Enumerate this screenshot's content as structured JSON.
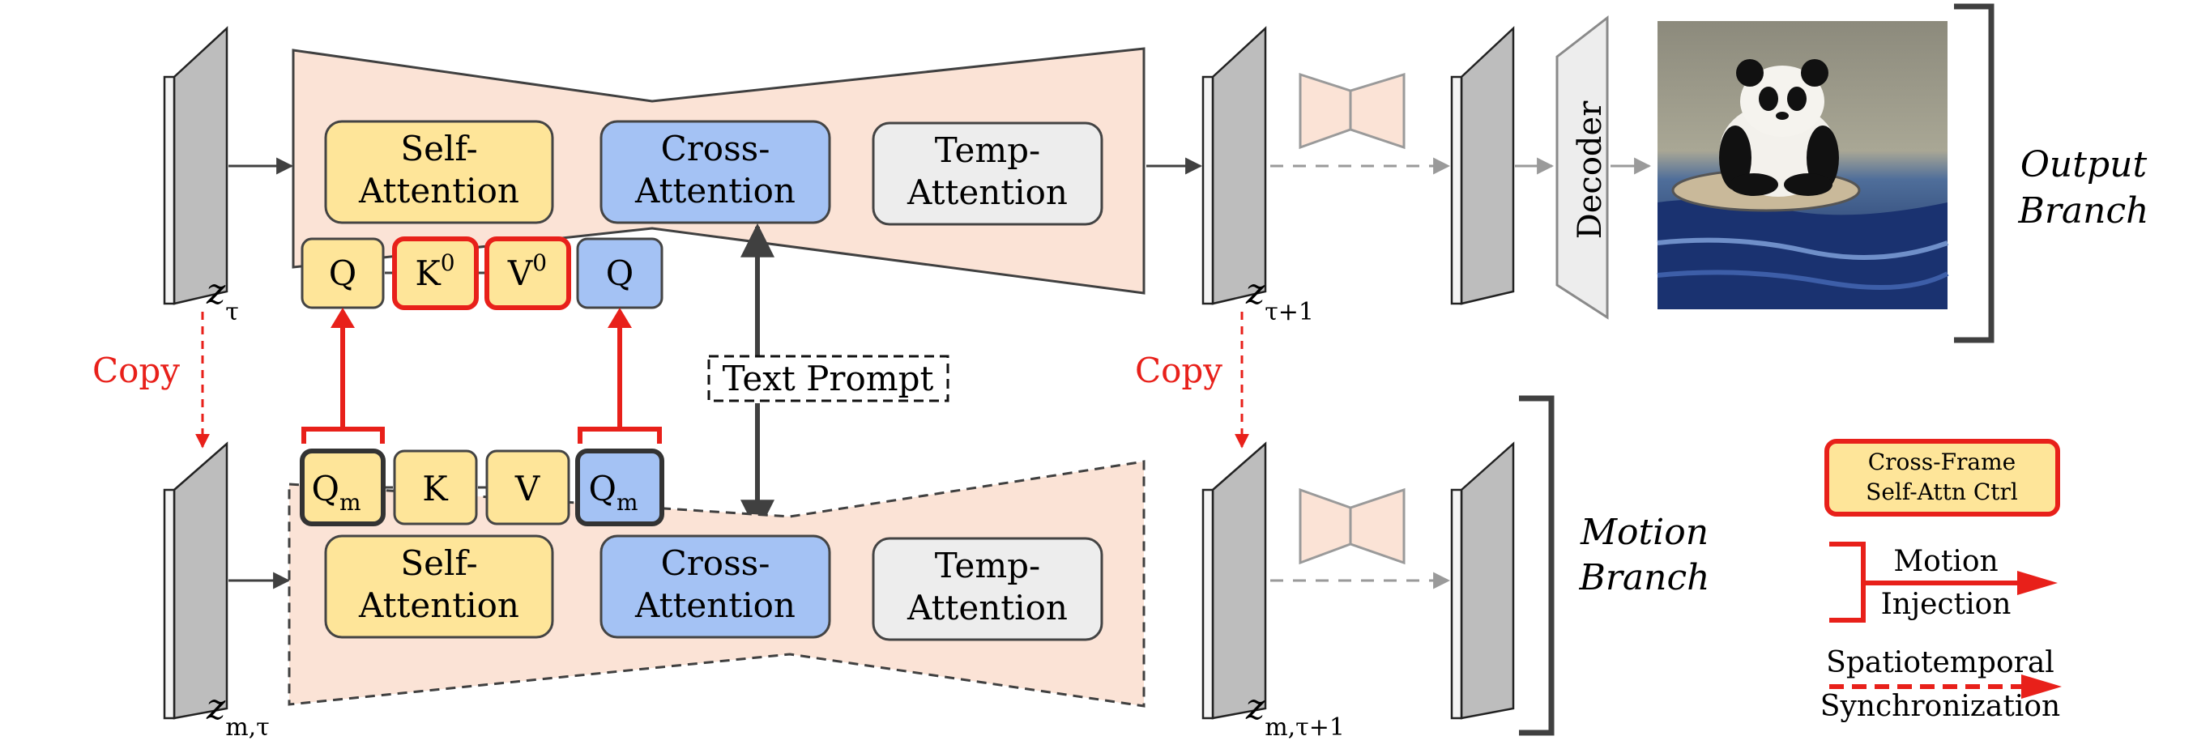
{
  "output_branch": {
    "latent_in_base": "z",
    "latent_in_sub": "τ",
    "latent_out_base": "z",
    "latent_out_sub": "τ+1",
    "attn_self": [
      "Self-",
      "Attention"
    ],
    "attn_cross": [
      "Cross-",
      "Attention"
    ],
    "attn_temp": [
      "Temp-",
      "Attention"
    ],
    "q1": "Q",
    "k0": "K",
    "k0_sup": "0",
    "v0": "V",
    "v0_sup": "0",
    "q2": "Q",
    "decoder": "Decoder",
    "branch_label": [
      "Output",
      "Branch"
    ]
  },
  "motion_branch": {
    "latent_in_base": "z",
    "latent_in_sub": "m,τ",
    "latent_out_base": "z",
    "latent_out_sub": "m,τ+1",
    "attn_self": [
      "Self-",
      "Attention"
    ],
    "attn_cross": [
      "Cross-",
      "Attention"
    ],
    "attn_temp": [
      "Temp-",
      "Attention"
    ],
    "qm1": "Q",
    "qm1_sub": "m",
    "k": "K",
    "v": "V",
    "qm2": "Q",
    "qm2_sub": "m",
    "branch_label": [
      "Motion",
      "Branch"
    ]
  },
  "copy_label": "Copy",
  "text_prompt": "Text Prompt",
  "legend": {
    "cross_frame": [
      "Cross-Frame",
      "Self-Attn Ctrl"
    ],
    "motion_injection": [
      "Motion",
      "Injection"
    ],
    "spatiotemporal": [
      "Spatiotemporal",
      "Synchronization"
    ]
  },
  "colors": {
    "unet_fill": "#fbe3d6",
    "self_attn": "#fee599",
    "cross_attn": "#a4c2f4",
    "temp_attn": "#ededed",
    "red": "#e8201a",
    "latent": "#bdbdbd",
    "dark": "#404040"
  }
}
